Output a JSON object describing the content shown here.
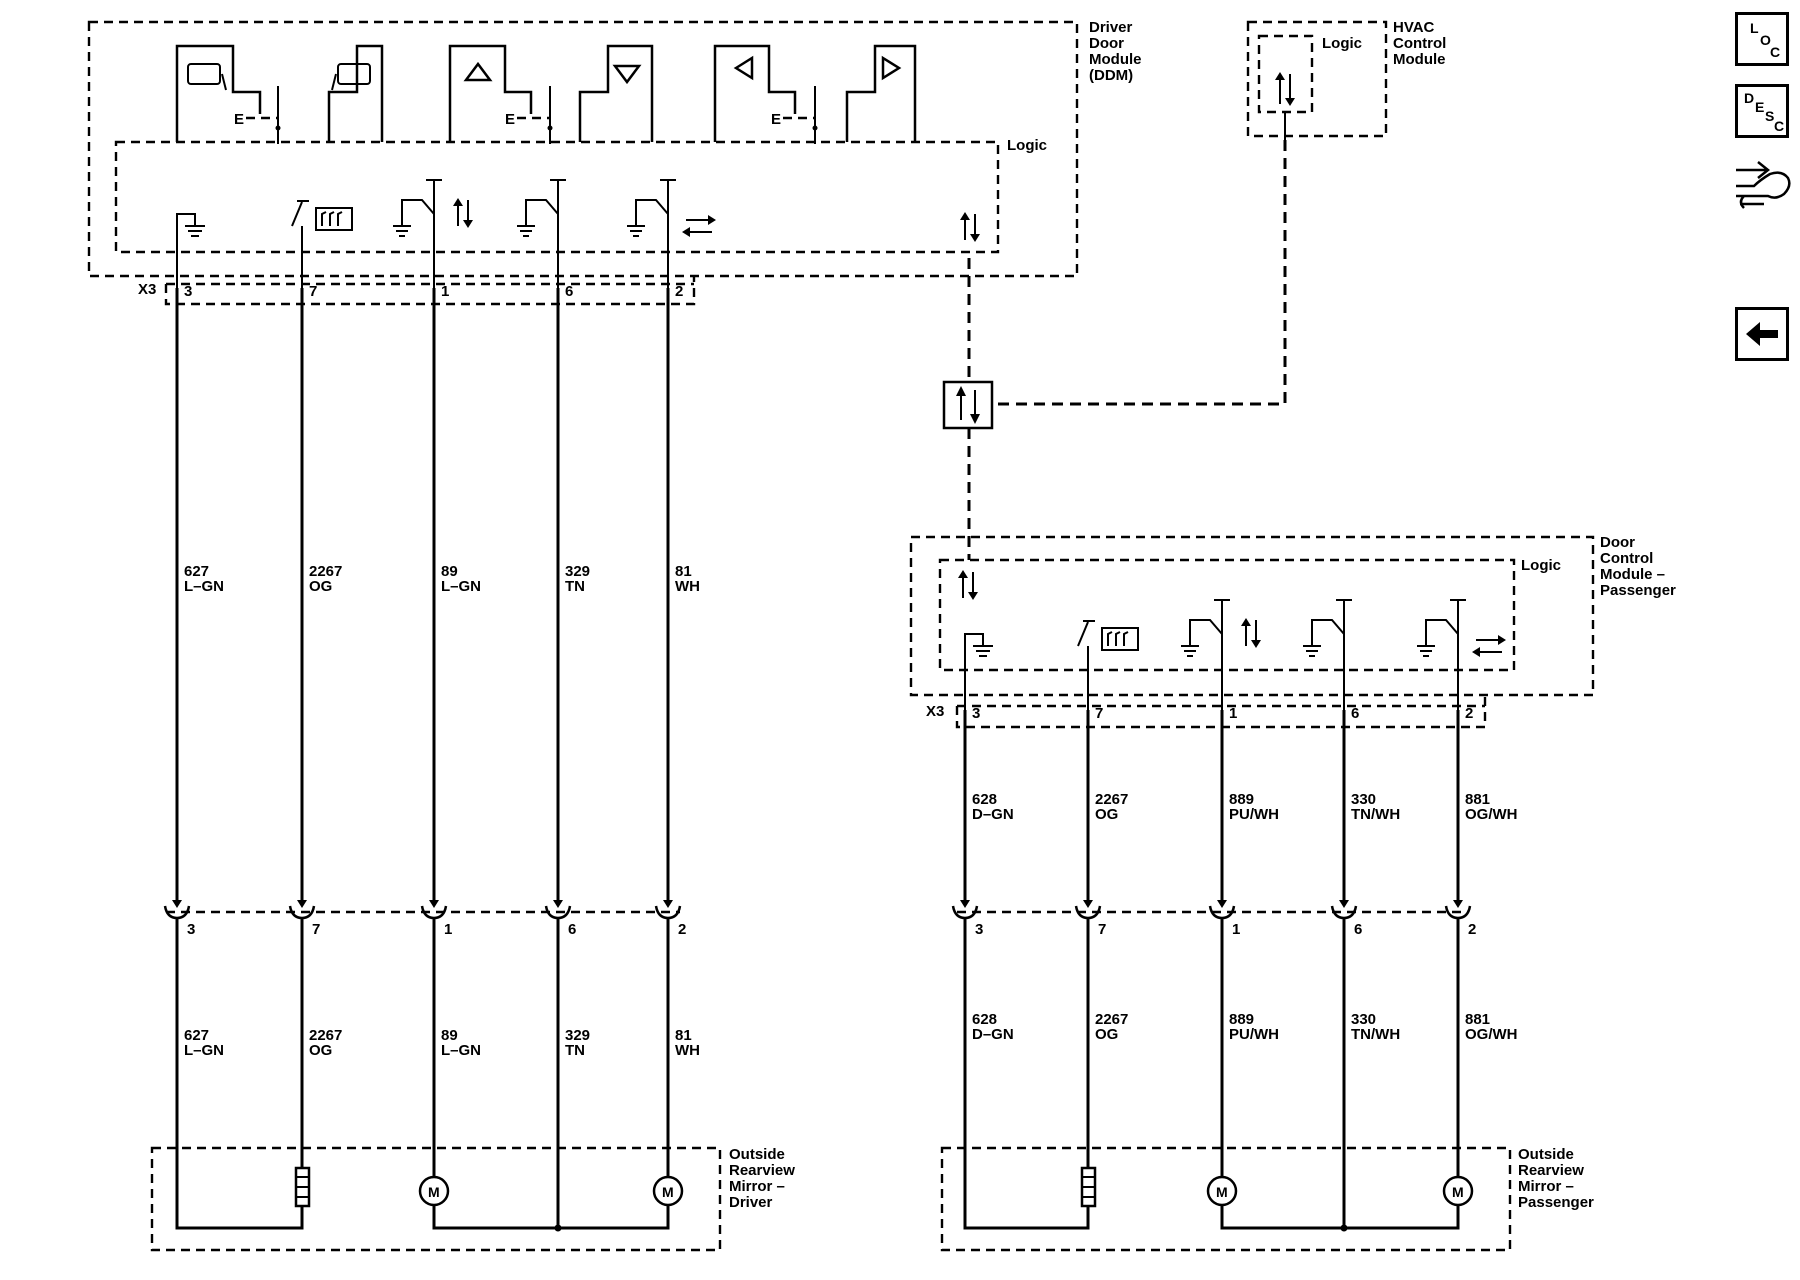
{
  "modules": {
    "ddm": {
      "label_lines": [
        "Driver",
        "Door",
        "Module",
        "(DDM)"
      ],
      "logic_label": "Logic"
    },
    "hvac": {
      "label_lines": [
        "HVAC",
        "Control",
        "Module"
      ],
      "logic_label": "Logic"
    },
    "dcm_passenger": {
      "label_lines": [
        "Door",
        "Control",
        "Module –",
        "Passenger"
      ],
      "logic_label": "Logic"
    },
    "mirror_driver": {
      "label_lines": [
        "Outside",
        "Rearview",
        "Mirror –",
        "Driver"
      ]
    },
    "mirror_passenger": {
      "label_lines": [
        "Outside",
        "Rearview",
        "Mirror –",
        "Passenger"
      ]
    }
  },
  "connectors": {
    "driver_x": "X3",
    "passenger_x": "X3"
  },
  "driver_circuits": [
    {
      "pin": "3",
      "circuit": "627",
      "color": "L–GN"
    },
    {
      "pin": "7",
      "circuit": "2267",
      "color": "OG"
    },
    {
      "pin": "1",
      "circuit": "89",
      "color": "L–GN"
    },
    {
      "pin": "6",
      "circuit": "329",
      "color": "TN"
    },
    {
      "pin": "2",
      "circuit": "81",
      "color": "WH"
    }
  ],
  "passenger_circuits": [
    {
      "pin": "3",
      "circuit": "628",
      "color": "D–GN"
    },
    {
      "pin": "7",
      "circuit": "2267",
      "color": "OG"
    },
    {
      "pin": "1",
      "circuit": "889",
      "color": "PU/WH"
    },
    {
      "pin": "6",
      "circuit": "330",
      "color": "TN/WH"
    },
    {
      "pin": "2",
      "circuit": "881",
      "color": "OG/WH"
    }
  ],
  "motor_label": "M",
  "nav": {
    "loc": [
      "L",
      "O",
      "C"
    ],
    "desc": [
      "D",
      "E",
      "S",
      "C"
    ],
    "icons": [
      "location-button",
      "description-button",
      "schematic-tools-icon",
      "back-arrow-button"
    ]
  }
}
